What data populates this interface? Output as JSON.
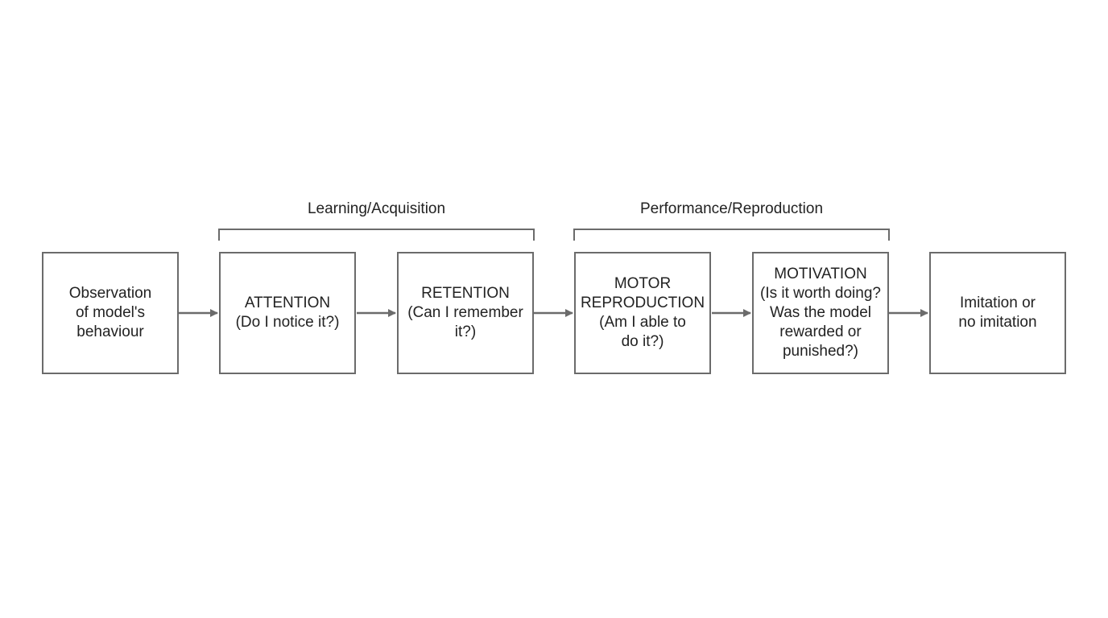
{
  "colors": {
    "stroke": "#6b6b6b",
    "text": "#222222",
    "background": "#ffffff"
  },
  "groups": [
    {
      "label": "Learning/Acquisition"
    },
    {
      "label": "Performance/Reproduction"
    }
  ],
  "steps": [
    {
      "lines": [
        "Observation",
        "of model's",
        "behaviour"
      ]
    },
    {
      "lines": [
        "ATTENTION",
        "(Do I notice it?)"
      ]
    },
    {
      "lines": [
        "RETENTION",
        "(Can I remember",
        "it?)"
      ]
    },
    {
      "lines": [
        "MOTOR",
        "REPRODUCTION",
        "(Am I able to",
        "do it?)"
      ]
    },
    {
      "lines": [
        "MOTIVATION",
        "(Is it worth doing?",
        "Was the model",
        "rewarded or",
        "punished?)"
      ]
    },
    {
      "lines": [
        "Imitation or",
        "no imitation"
      ]
    }
  ]
}
